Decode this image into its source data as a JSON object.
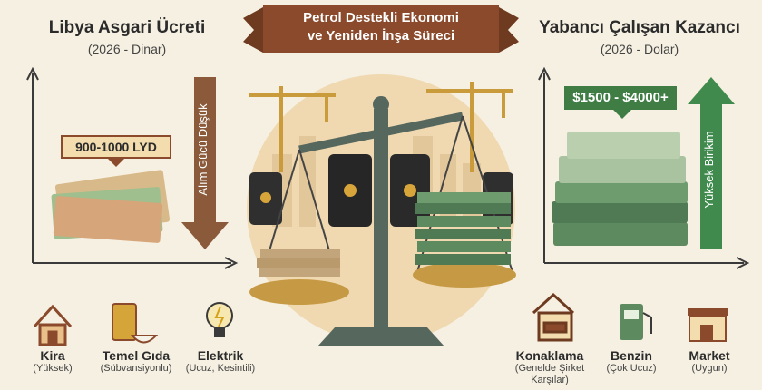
{
  "banner": {
    "line1": "Petrol Destekli Ekonomi",
    "line2": "ve Yeniden İnşa Süreci"
  },
  "left": {
    "title": "Libya Asgari Ücreti",
    "subtitle": "(2026 - Dinar)",
    "callout": "900-1000 LYD",
    "arrow_label": "Alım Gücü Düşük",
    "items": [
      {
        "label": "Kira",
        "sub": "(Yüksek)",
        "icon": "house-icon"
      },
      {
        "label": "Temel Gıda",
        "sub": "(Sübvansiyonlu)",
        "icon": "food-bag-icon"
      },
      {
        "label": "Elektrik",
        "sub": "(Ucuz, Kesintili)",
        "icon": "lightbulb-icon"
      }
    ]
  },
  "right": {
    "title": "Yabancı Çalışan Kazancı",
    "subtitle": "(2026 - Dolar)",
    "callout": "$1500 - $4000+",
    "arrow_label": "Yüksek Birikim",
    "items": [
      {
        "label": "Konaklama",
        "sub": "(Genelde Şirket Karşılar)",
        "icon": "bed-icon"
      },
      {
        "label": "Benzin",
        "sub": "(Çok Ucuz)",
        "icon": "fuel-pump-icon"
      },
      {
        "label": "Market",
        "sub": "(Uygun)",
        "icon": "shop-icon"
      }
    ]
  },
  "colors": {
    "banner": "#8a4a2b",
    "down_arrow": "#8a5a3b",
    "up_arrow": "#3f8a4c",
    "callout_green": "#3f7d45",
    "background": "#f6f0e2",
    "scale": "#56675e"
  }
}
